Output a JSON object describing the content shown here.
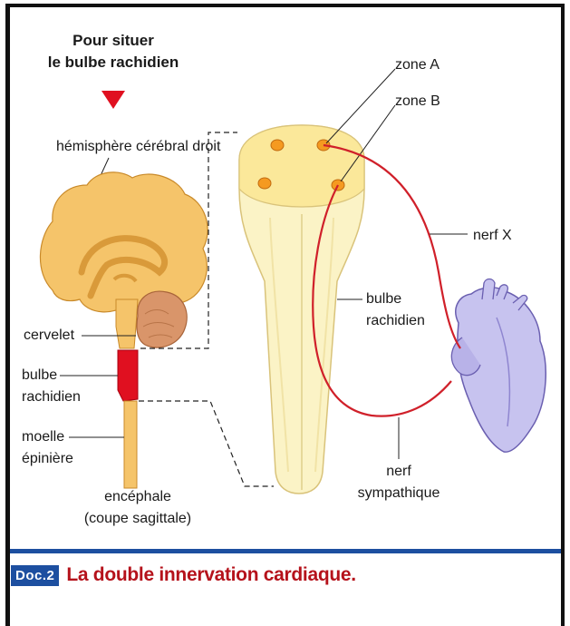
{
  "orientation": {
    "title_line1": "Pour situer",
    "title_line2": "le bulbe rachidien"
  },
  "brain_labels": {
    "hemisphere": "hémisphère cérébral droit",
    "cervelet": "cervelet",
    "bulbe_line1": "bulbe",
    "bulbe_line2": "rachidien",
    "moelle_line1": "moelle",
    "moelle_line2": "épinière",
    "encephale_line1": "encéphale",
    "encephale_line2": "(coupe sagittale)"
  },
  "detail_labels": {
    "zone_a": "zone A",
    "zone_b": "zone B",
    "nerf_x": "nerf X",
    "bulbe_line1": "bulbe",
    "bulbe_line2": "rachidien",
    "nerf_sympathique_line1": "nerf",
    "nerf_sympathique_line2": "sympathique"
  },
  "caption": {
    "tag": "Doc.2",
    "text": "La double innervation cardiaque."
  },
  "colors": {
    "brain": "#f5c46a",
    "cervelet": "#d9956a",
    "bulbe_highlight": "#e01020",
    "medulla": "#fbf3c6",
    "nuclei": "#f59a20",
    "nerve": "#d0202a",
    "heart": "#c7c3ef",
    "frame": "#1d4fa0"
  }
}
